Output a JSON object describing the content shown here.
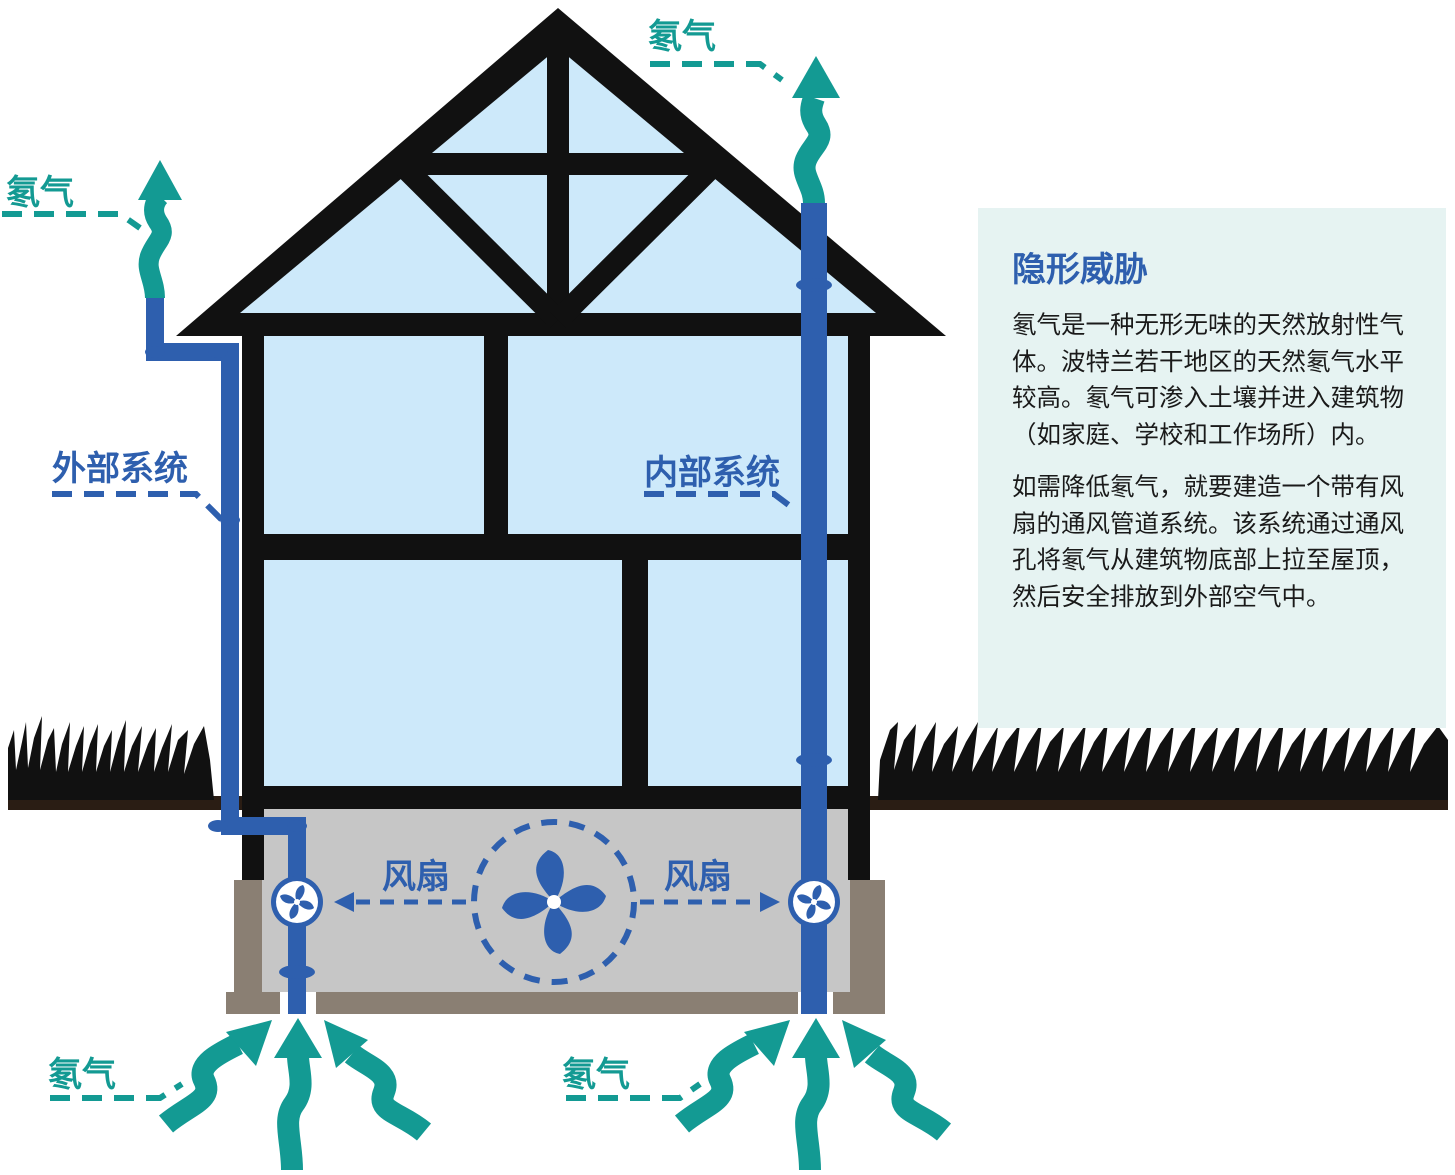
{
  "colors": {
    "pipe": "#2e5fae",
    "radon": "#139a93",
    "frame": "#111111",
    "glass": "#cde9fa",
    "basement": "#c6c6c6",
    "foundation": "#8a7f73",
    "panel": "#e6f3f2"
  },
  "labels": {
    "radon_top_left": "氡气",
    "radon_top_right": "氡气",
    "radon_bottom_left": "氡气",
    "radon_bottom_right": "氡气",
    "exterior_system": "外部系统",
    "interior_system": "内部系统",
    "fan_left": "风扇",
    "fan_right": "风扇"
  },
  "info": {
    "title": "隐形威胁",
    "paragraph1": "氡气是一种无形无味的天然放射性气体。波特兰若干地区的天然氡气水平较高。氡气可渗入土壤并进入建筑物（如家庭、学校和工作场所）内。",
    "paragraph2": "如需降低氡气，就要建造一个带有风扇的通风管道系统。该系统通过通风孔将氡气从建筑物底部上拉至屋顶，然后安全排放到外部空气中。"
  },
  "icons": [
    "fan-icon",
    "wavy-arrow-icon",
    "grass"
  ]
}
